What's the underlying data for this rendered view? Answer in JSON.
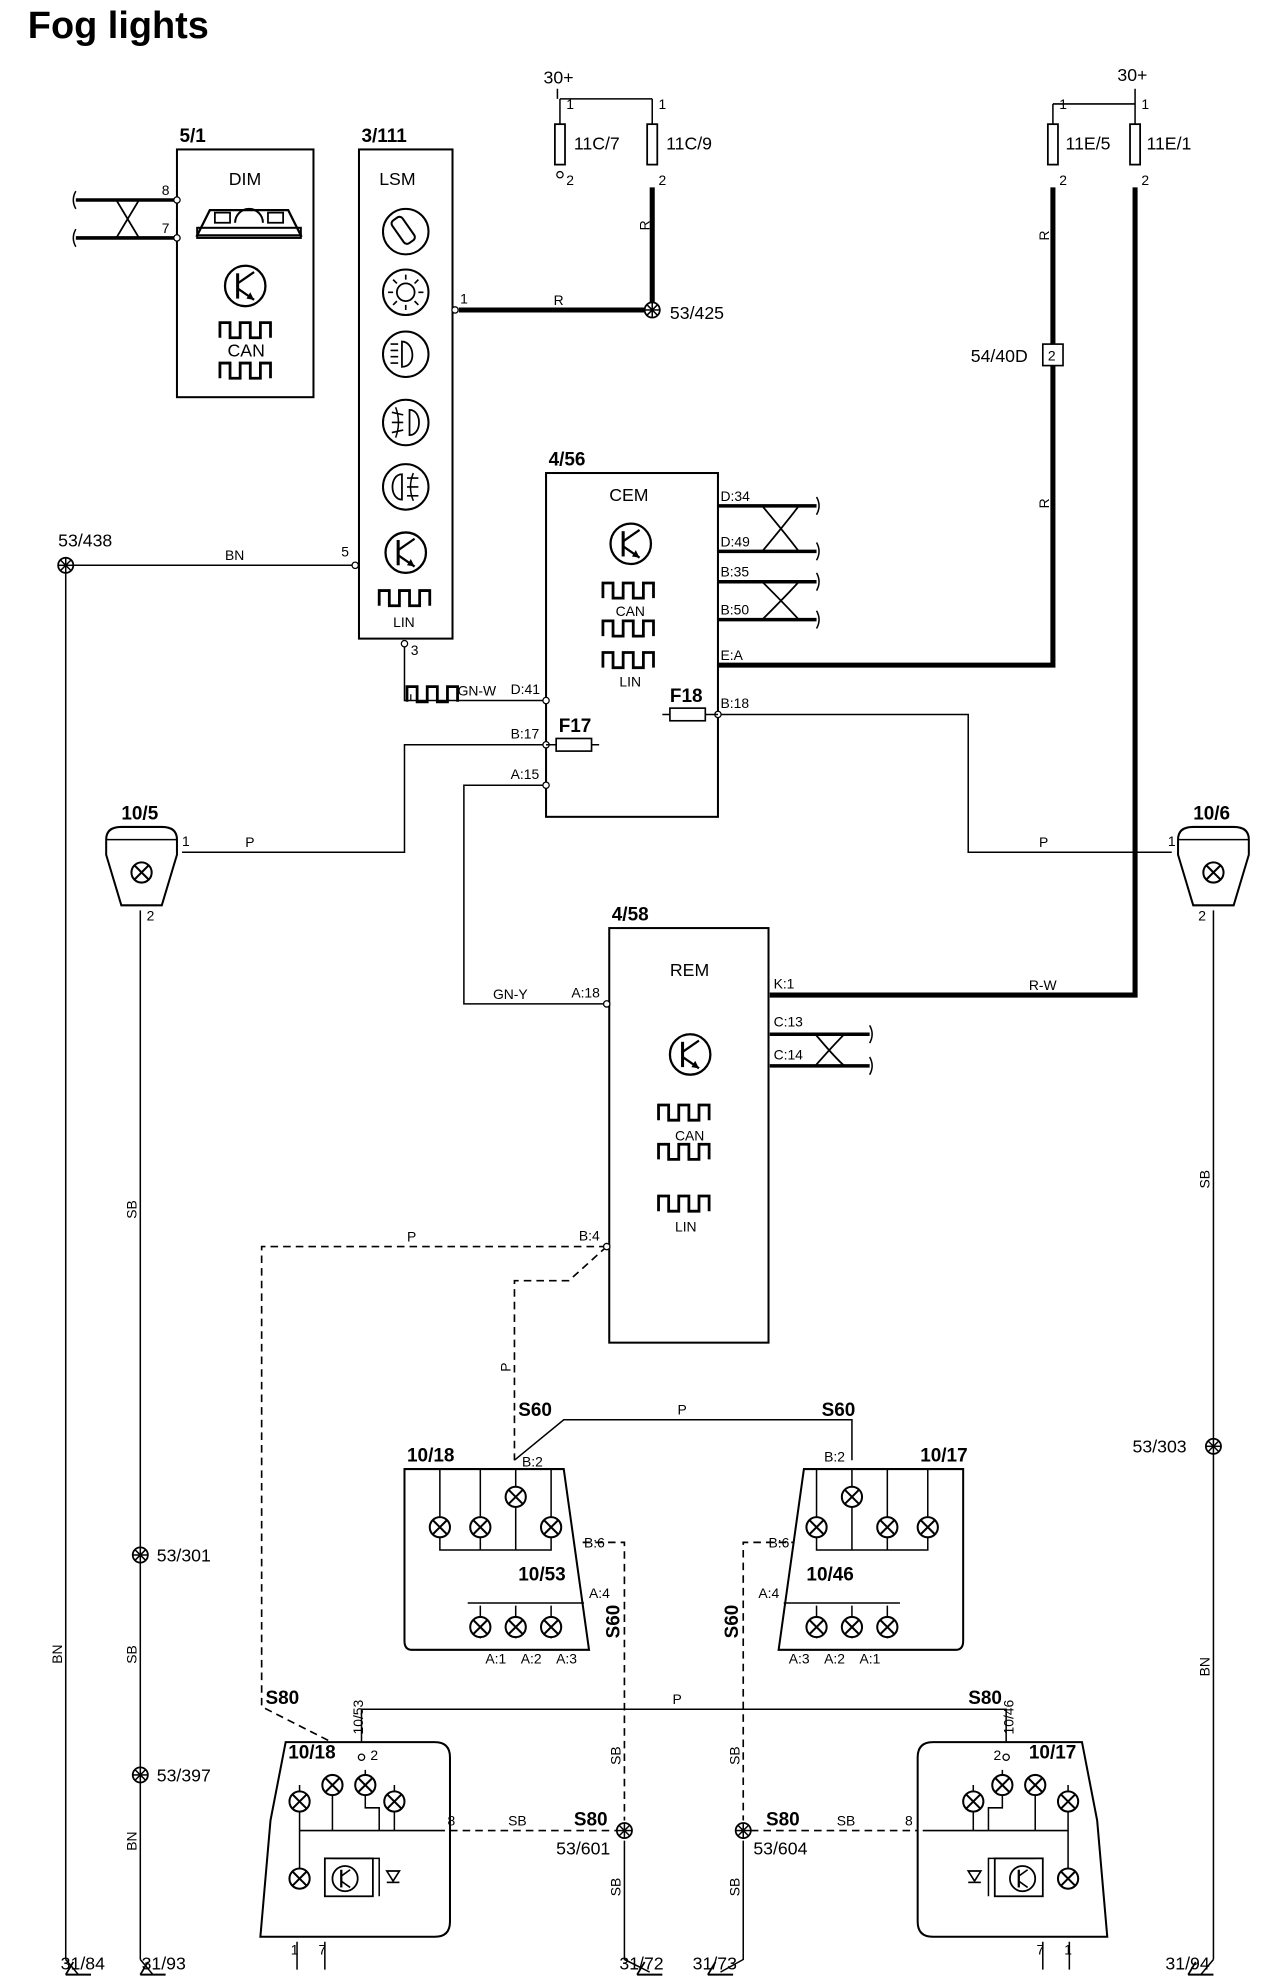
{
  "title": "Fog lights",
  "supply": {
    "left": "30+",
    "right": "30+"
  },
  "fuses": [
    {
      "id": "fuse-11c7",
      "label": "11C/7",
      "pins": [
        "1",
        "2"
      ]
    },
    {
      "id": "fuse-11c9",
      "label": "11C/9",
      "pins": [
        "1",
        "2"
      ]
    },
    {
      "id": "fuse-11e5",
      "label": "11E/5",
      "pins": [
        "1",
        "2"
      ]
    },
    {
      "id": "fuse-11e1",
      "label": "11E/1",
      "pins": [
        "1",
        "2"
      ]
    }
  ],
  "modules": {
    "dim": {
      "ref": "5/1",
      "name": "DIM",
      "can": "CAN",
      "pins": [
        "8",
        "7"
      ]
    },
    "lsm": {
      "ref": "3/111",
      "name": "LSM",
      "lin": "LIN",
      "pins": [
        "1",
        "5",
        "3"
      ]
    },
    "cem": {
      "ref": "4/56",
      "name": "CEM",
      "can": "CAN",
      "lin": "LIN",
      "pins": [
        "D:34",
        "D:49",
        "B:35",
        "B:50",
        "E:A",
        "D:41",
        "B:17",
        "A:15",
        "B:18"
      ],
      "fuses": [
        "F17",
        "F18"
      ]
    },
    "rem": {
      "ref": "4/58",
      "name": "REM",
      "can": "CAN",
      "lin": "LIN",
      "pins": [
        "K:1",
        "C:13",
        "C:14",
        "A:18",
        "B:4"
      ]
    }
  },
  "splices": [
    "53/425",
    "53/438",
    "53/303",
    "53/301",
    "53/397",
    "53/601",
    "53/604"
  ],
  "connector": {
    "ref": "54/40D",
    "pin": "2"
  },
  "lamps": {
    "front_left": {
      "ref": "10/5",
      "pins": [
        "1",
        "2"
      ]
    },
    "front_right": {
      "ref": "10/6",
      "pins": [
        "1",
        "2"
      ]
    },
    "rear_s60_left": {
      "ref": "10/18",
      "sub": "10/53",
      "pins": [
        "B:2",
        "B:6",
        "A:4",
        "A:1",
        "A:2",
        "A:3"
      ]
    },
    "rear_s60_right": {
      "ref": "10/17",
      "sub": "10/46",
      "pins": [
        "B:2",
        "B:6",
        "A:4",
        "A:3",
        "A:2",
        "A:1"
      ]
    },
    "rear_s80_left": {
      "ref": "10/18",
      "sub": "10/53",
      "pins": [
        "2",
        "8",
        "1",
        "7"
      ]
    },
    "rear_s80_right": {
      "ref": "10/17",
      "sub": "10/46",
      "pins": [
        "2",
        "8",
        "7",
        "1"
      ]
    }
  },
  "grounds": [
    "31/84",
    "31/93",
    "31/72",
    "31/73",
    "31/94"
  ],
  "wire_colors": {
    "r": "R",
    "bn": "BN",
    "gnw": "GN-W",
    "gny": "GN-Y",
    "p": "P",
    "rw": "R-W",
    "sb": "SB"
  },
  "variants": {
    "s60": "S60",
    "s80": "S80"
  }
}
